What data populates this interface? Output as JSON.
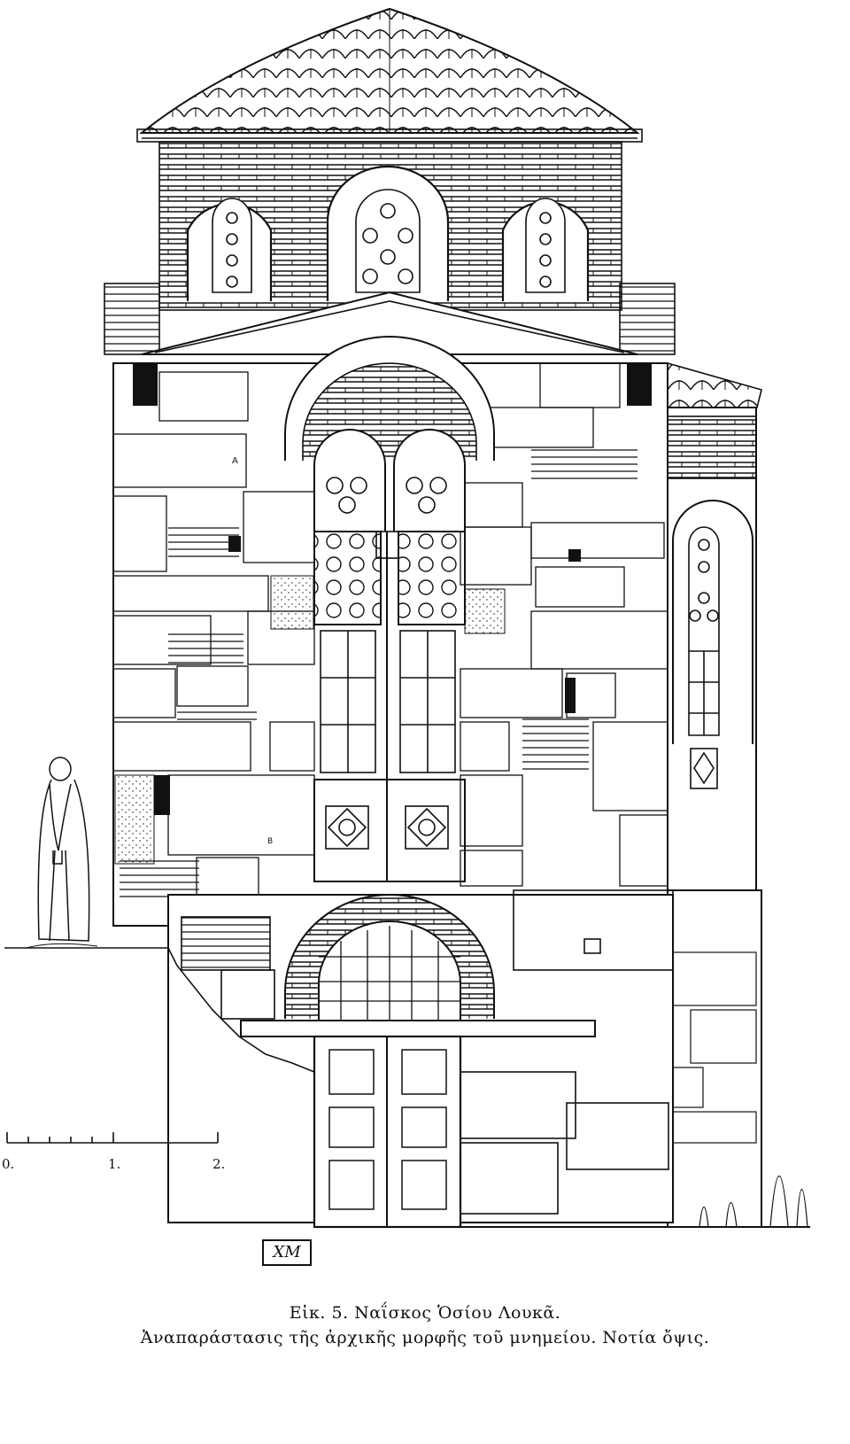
{
  "figure": {
    "scale_bar": {
      "labels": [
        "0.",
        "1.",
        "2."
      ]
    },
    "signature_initials": "ΧΜ",
    "caption": {
      "line1": "Εἰκ. 5. Ναΐσκος Ὁσίου Λουκᾶ.",
      "line2": "Ἀναπαράστασις τῆς ἀρχικῆς μορφῆς τοῦ μνημείου. Νοτία ὄψις."
    }
  },
  "colors": {
    "ink": "#111111",
    "paper": "#ffffff"
  }
}
